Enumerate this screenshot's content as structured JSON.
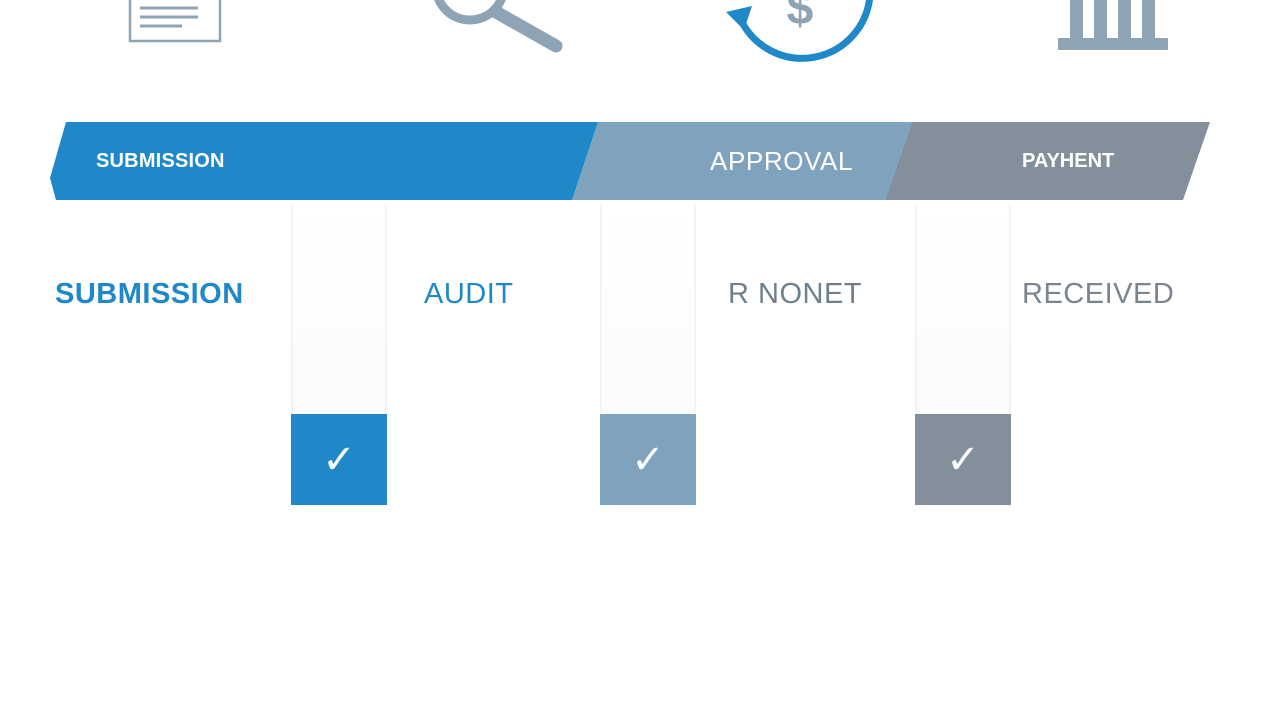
{
  "colors": {
    "primary_blue": "#1e88c9",
    "steel_blue": "#7fa3bc",
    "slate_gray": "#838f9a",
    "icon_gray": "#8ea3b3"
  },
  "icons": [
    "document-icon",
    "search-icon",
    "dollar-refresh-icon",
    "bank-icon"
  ],
  "ribbon": {
    "segments": [
      {
        "label": "SUBMISSION",
        "color": "#1e88c9"
      },
      {
        "label": "APPROVAL",
        "color": "#7fa3bc"
      },
      {
        "label": "PAYHENT",
        "color": "#838f9a"
      }
    ]
  },
  "stages": [
    {
      "label": "SUBMISSION"
    },
    {
      "label": "AUDIT"
    },
    {
      "label": "R NONET"
    },
    {
      "label": "RECEIVED"
    }
  ],
  "checks": [
    {
      "glyph": "✓",
      "color": "#1e88c9"
    },
    {
      "glyph": "✓",
      "color": "#7fa3bc"
    },
    {
      "glyph": "✓",
      "color": "#838f9a"
    }
  ]
}
